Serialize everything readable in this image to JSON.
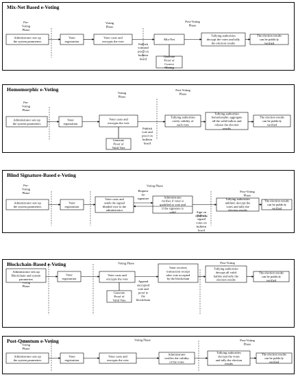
{
  "panels": [
    {
      "title": "Mix-Net Based e-Voting",
      "labels": [
        "Pre-\nVoting\nPhase",
        "Voting\nPhase",
        "Post-Voting\nPhase",
        "Publish\nvote and\nproof on\nbulletin\nboard"
      ],
      "boxes": [
        "Administrator sets up\nthe system parameters",
        "Voter\nregistration",
        "Voter casts and\nencrypts the vote",
        "Mix-Net",
        "Tallying authorities\ndecrypt the votes and tally\nthe election results",
        "The election results\ncan be publicly\nverified",
        "Generate\nProof of\nCorrect\nMixing"
      ]
    },
    {
      "title": "Homomorphic e-Voting",
      "labels": [
        "Pre-\nVoting\nPhase",
        "Voting\nPhase",
        "Post-Voting\nPhase",
        "Publish\nvote and\nproof on\nbulletin\nboard"
      ],
      "boxes": [
        "Administrator sets up\nthe system parameters",
        "Voter\nregistration",
        "Voter casts and\nencrypts the vote",
        "Tallying authorities\nverify validity of\neach vote",
        "Tallying authorities\nhomomorphic aggregate\nall the valid ballots and\nrelease the election\nresults",
        "The election results\ncan be publicly\nverified",
        "Generate\nProof of\nValid Vote"
      ]
    },
    {
      "title": "Blind Signature-Based e-Voting",
      "labels": [
        "Pre-\nVoting\nPhase",
        "Voting Phase",
        "Post-Voting\nPhase",
        "Request\nfor\nsignature",
        "Sign on\nvalid vote",
        "Publish\nsigned\nvotes on\nbulletin\nboard"
      ],
      "boxes": [
        "Administrator sets up\nthe system parameters",
        "Voter\nregistration",
        "Voter casts and\nsends the signed\nblinded vote to the\nadministrator",
        "Administrator\nverifies if voter is\nqualified to vote and\nif the signature is\nvalid",
        "Tallying authorities\nunblind, decrypt the\nvotes and tally the\nelection results",
        "The election results\ncan be publicly\nverified"
      ]
    },
    {
      "title": "Blockchain-Based e-Voting",
      "labels": [
        "Pre-\nVoting\nPhase",
        "Voting Phase",
        "Post-Voting\nPhase",
        "Append\nencrypted\nvote and\nproof to\nthe\nblockchain"
      ],
      "boxes": [
        "Administrator sets up\nBlockchain and system\nparameters",
        "Voter\nregistration",
        "Voter casts and\nencrypts the vote",
        "Voter receives\ntransaction receipt\nafter vote accepted\nby the blockchain",
        "Tallying authorities\ndecrypt all valid\nballots and tally the\nelection results",
        "The election results\ncan be publicly\nverified",
        "Generate\nProof of\nValid Vote"
      ]
    },
    {
      "title": "Post-Quantum e-Voting",
      "labels": [
        "Pre-\nVoting\nPhase",
        "Voting Phase",
        "Post-Voting\nPhase"
      ],
      "boxes": [
        "Administrator sets up\nthe system parameters",
        "Voter\nregistration",
        "Voter casts and\nencrypts the vote",
        "Administrator\nverifies the validity\nof the votes",
        "Tallying authorities\ndecrypt the votes\nand tally the election\nresults",
        "The election results\ncan be publicly\nverified"
      ]
    }
  ]
}
